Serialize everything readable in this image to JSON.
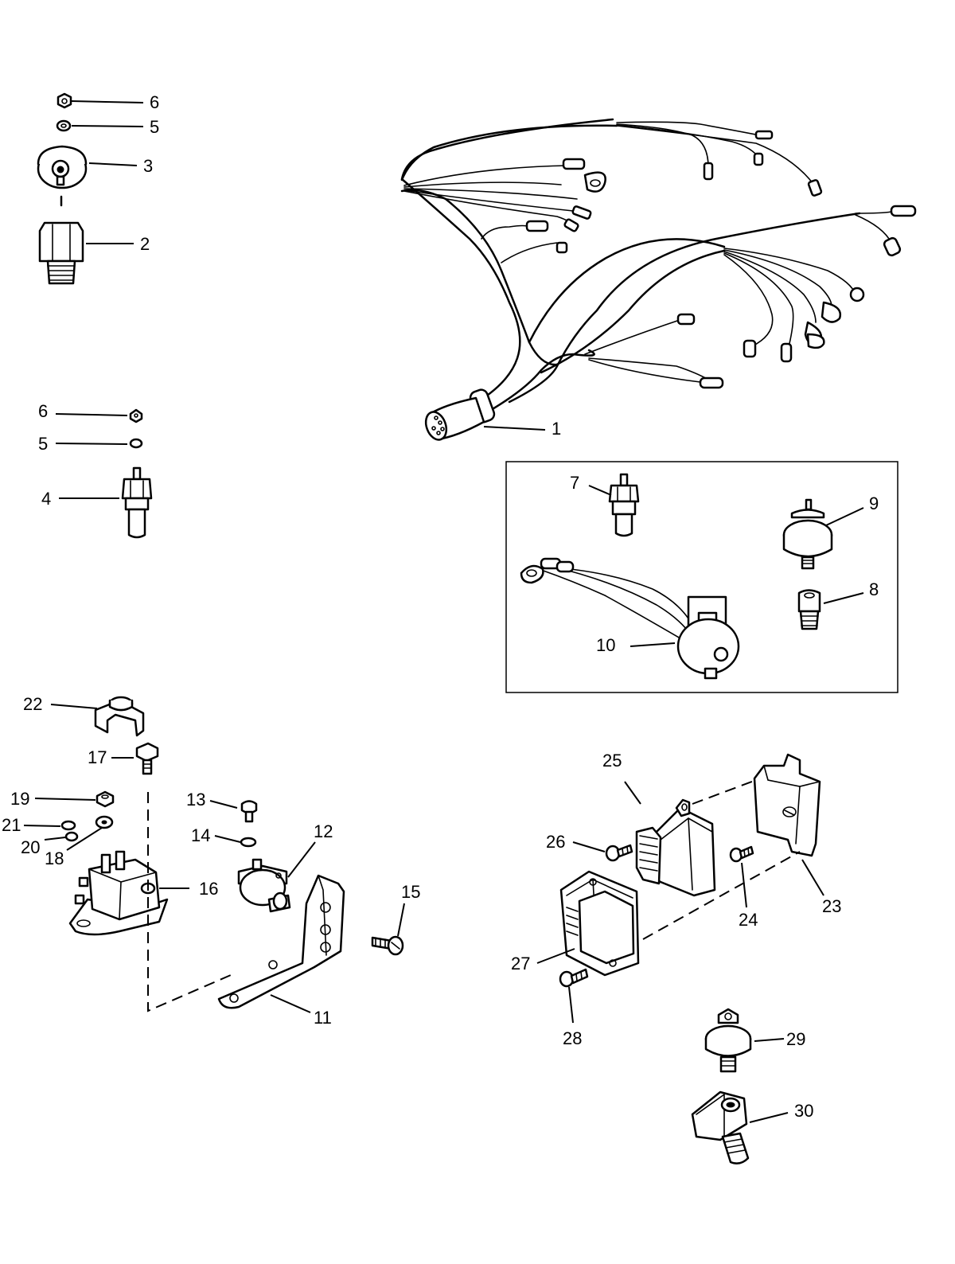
{
  "callouts": [
    {
      "label": "1"
    },
    {
      "label": "2"
    },
    {
      "label": "3"
    },
    {
      "label": "4"
    },
    {
      "label": "5"
    },
    {
      "label": "5"
    },
    {
      "label": "6"
    },
    {
      "label": "6"
    },
    {
      "label": "7"
    },
    {
      "label": "8"
    },
    {
      "label": "9"
    },
    {
      "label": "10"
    },
    {
      "label": "11"
    },
    {
      "label": "12"
    },
    {
      "label": "13"
    },
    {
      "label": "14"
    },
    {
      "label": "15"
    },
    {
      "label": "16"
    },
    {
      "label": "17"
    },
    {
      "label": "18"
    },
    {
      "label": "19"
    },
    {
      "label": "20"
    },
    {
      "label": "21"
    },
    {
      "label": "22"
    },
    {
      "label": "23"
    },
    {
      "label": "24"
    },
    {
      "label": "25"
    },
    {
      "label": "26"
    },
    {
      "label": "27"
    },
    {
      "label": "28"
    },
    {
      "label": "29"
    },
    {
      "label": "30"
    }
  ]
}
